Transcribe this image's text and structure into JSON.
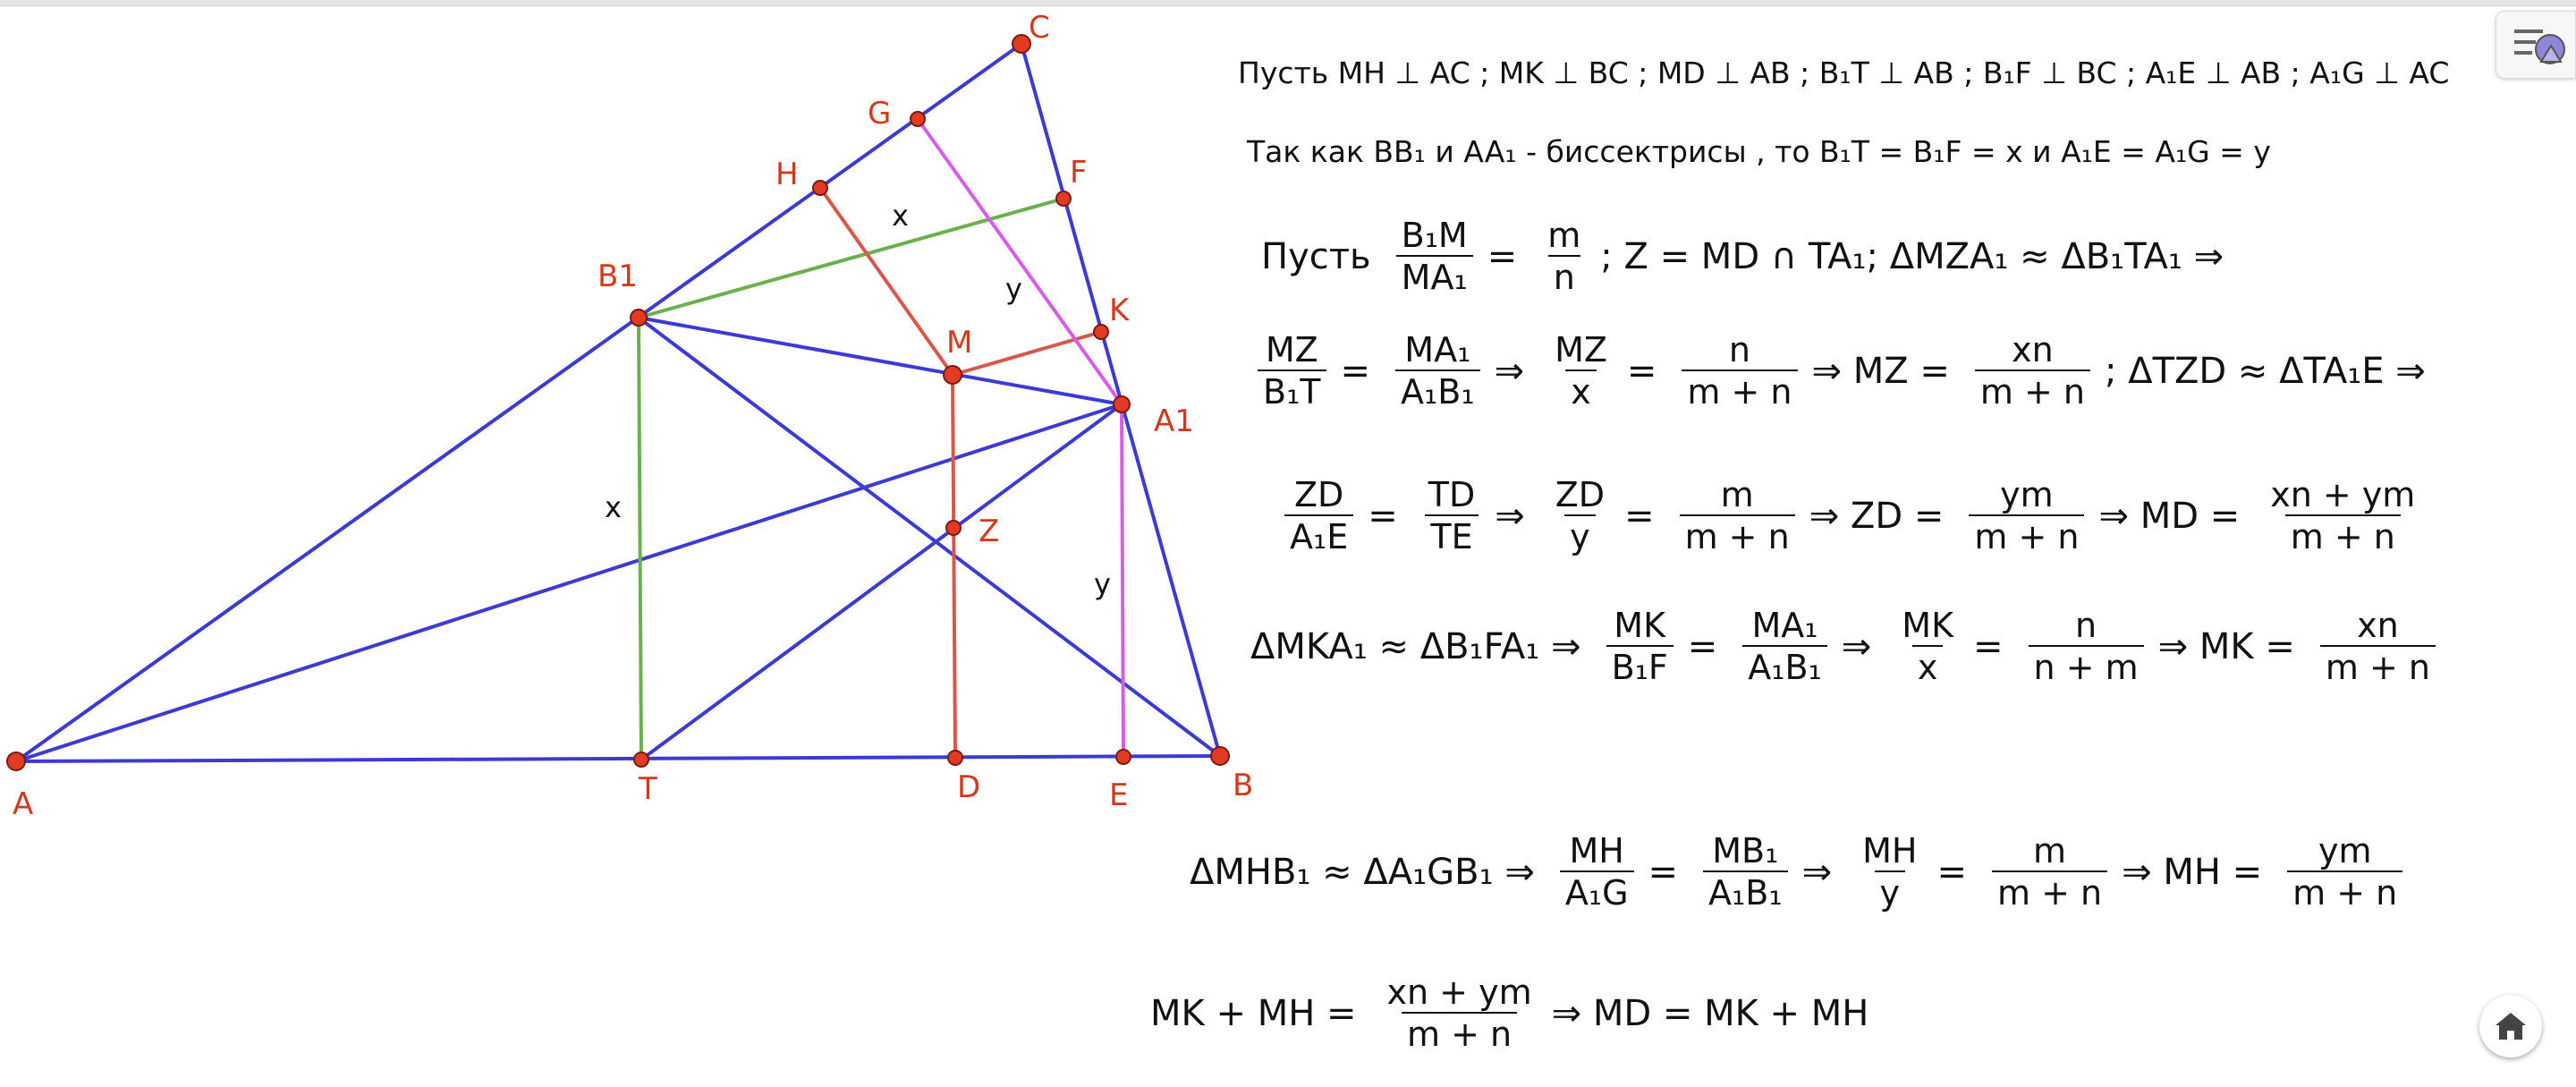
{
  "points": {
    "A": "A",
    "B": "B",
    "C": "C",
    "B1": "B1",
    "A1": "A1",
    "H": "H",
    "G": "G",
    "F": "F",
    "K": "K",
    "M": "M",
    "Z": "Z",
    "T": "T",
    "D": "D",
    "E": "E"
  },
  "segment_labels": {
    "x_top": "x",
    "y_top": "y",
    "x_left": "x",
    "y_right": "y"
  },
  "colors": {
    "triangle": "#3b3bd3",
    "green": "#6ab04c",
    "red": "#d9574a",
    "magenta": "#d65ee6",
    "point": "#e33b23",
    "label": "#d03a1c"
  },
  "text_lines": {
    "line1": "Пусть MH ⊥ AC ; MK ⊥ BC ; MD ⊥ AB ; B₁T ⊥ AB ; B₁F ⊥ BC ; A₁E ⊥ AB ; A₁G ⊥ AC",
    "line2": "Так как BB₁ и AA₁ -  биссектрисы , то B₁T = B₁F = x  и  A₁E = A₁G = y"
  },
  "eq1": {
    "lead": "Пусть",
    "f1": {
      "num": "B₁M",
      "den": "MA₁"
    },
    "eq": "=",
    "f2": {
      "num": "m",
      "den": "n"
    },
    "tail": ";  Z  = MD ∩ TA₁;  ΔMZA₁  ≈  ΔB₁TA₁  ⇒"
  },
  "eq2": {
    "f1": {
      "num": "MZ",
      "den": "B₁T"
    },
    "s1": "=",
    "f2": {
      "num": "MA₁",
      "den": "A₁B₁"
    },
    "s2": "⇒",
    "f3": {
      "num": "MZ",
      "den": "x"
    },
    "s3": "=",
    "f4": {
      "num": "n",
      "den": "m + n"
    },
    "s4": "⇒ MZ =",
    "f5": {
      "num": "xn",
      "den": "m + n"
    },
    "tail": ";  ΔTZD  ≈  ΔTA₁E  ⇒"
  },
  "eq3": {
    "f1": {
      "num": "ZD",
      "den": "A₁E"
    },
    "s1": "=",
    "f2": {
      "num": "TD",
      "den": "TE"
    },
    "s2": "⇒",
    "f3": {
      "num": "ZD",
      "den": "y"
    },
    "s3": "=",
    "f4": {
      "num": "m",
      "den": "m + n"
    },
    "s4": "⇒ ZD =",
    "f5": {
      "num": "ym",
      "den": "m + n"
    },
    "s5": "⇒ MD =",
    "f6": {
      "num": "xn + ym",
      "den": "m + n"
    }
  },
  "eq4": {
    "lead": "ΔMKA₁  ≈  ΔB₁FA₁  ⇒",
    "f1": {
      "num": "MK",
      "den": "B₁F"
    },
    "s1": "=",
    "f2": {
      "num": "MA₁",
      "den": "A₁B₁"
    },
    "s2": "⇒",
    "f3": {
      "num": "MK",
      "den": "x"
    },
    "s3": "=",
    "f4": {
      "num": "n",
      "den": "n + m"
    },
    "s4": "⇒ MK =",
    "f5": {
      "num": "xn",
      "den": "m + n"
    }
  },
  "eq5": {
    "lead": "ΔMHB₁  ≈  ΔA₁GB₁  ⇒",
    "f1": {
      "num": "MH",
      "den": "A₁G"
    },
    "s1": "=",
    "f2": {
      "num": "MB₁",
      "den": "A₁B₁"
    },
    "s2": "⇒",
    "f3": {
      "num": "MH",
      "den": "y"
    },
    "s3": "=",
    "f4": {
      "num": "m",
      "den": "m + n"
    },
    "s4": "⇒ MH =",
    "f5": {
      "num": "ym",
      "den": "m + n"
    }
  },
  "eq6": {
    "lead": "MK + MH =",
    "f1": {
      "num": "xn + ym",
      "den": "m + n"
    },
    "tail": "⇒ MD = MK + MH"
  }
}
